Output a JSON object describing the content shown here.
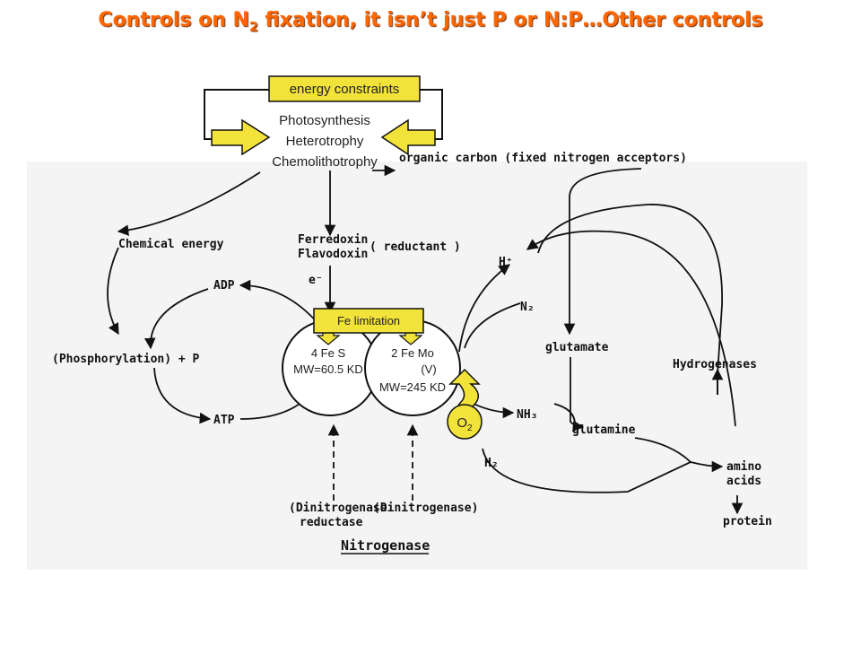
{
  "title": {
    "pre": "Controls on N",
    "sub": "2",
    "post": " fixation, it isn’t just P or N:P…Other controls"
  },
  "overlay": {
    "energy_constraints": "energy constraints",
    "pathways": [
      "Photosynthesis",
      "Heterotrophy",
      "Chemolithotrophy"
    ],
    "fe_limitation": "Fe limitation",
    "reductase": [
      "4 Fe S",
      "MW=60.5 KD"
    ],
    "dinitrogenase": [
      "2 Fe Mo",
      "(V)",
      "MW=245 KD"
    ],
    "oxygen": {
      "base": "O",
      "sub": "2"
    }
  },
  "figure": {
    "organic_carbon": "organic carbon (fixed nitrogen acceptors)",
    "chemical_energy": "Chemical energy",
    "ferredoxin": "Ferredoxin",
    "flavodoxin": "Flavodoxin",
    "reductant": "( reductant )",
    "electron": "e⁻",
    "adp": "ADP",
    "phosphorylation": "(Phosphorylation) + P",
    "atp": "ATP",
    "h_plus": "H⁺",
    "n2": "N₂",
    "glutamate": "glutamate",
    "hydrogenases": "Hydrogenases",
    "nh3": "NH₃",
    "glutamine": "glutamine",
    "h2": "H₂",
    "amino_acids": [
      "amino",
      "acids"
    ],
    "protein": "protein",
    "dinitrogenase_reductase": [
      "(Dinitrogenase",
      "reductase"
    ],
    "dinitrogenase": "(Dinitrogenase)",
    "nitrogenase": "Nitrogenase"
  }
}
